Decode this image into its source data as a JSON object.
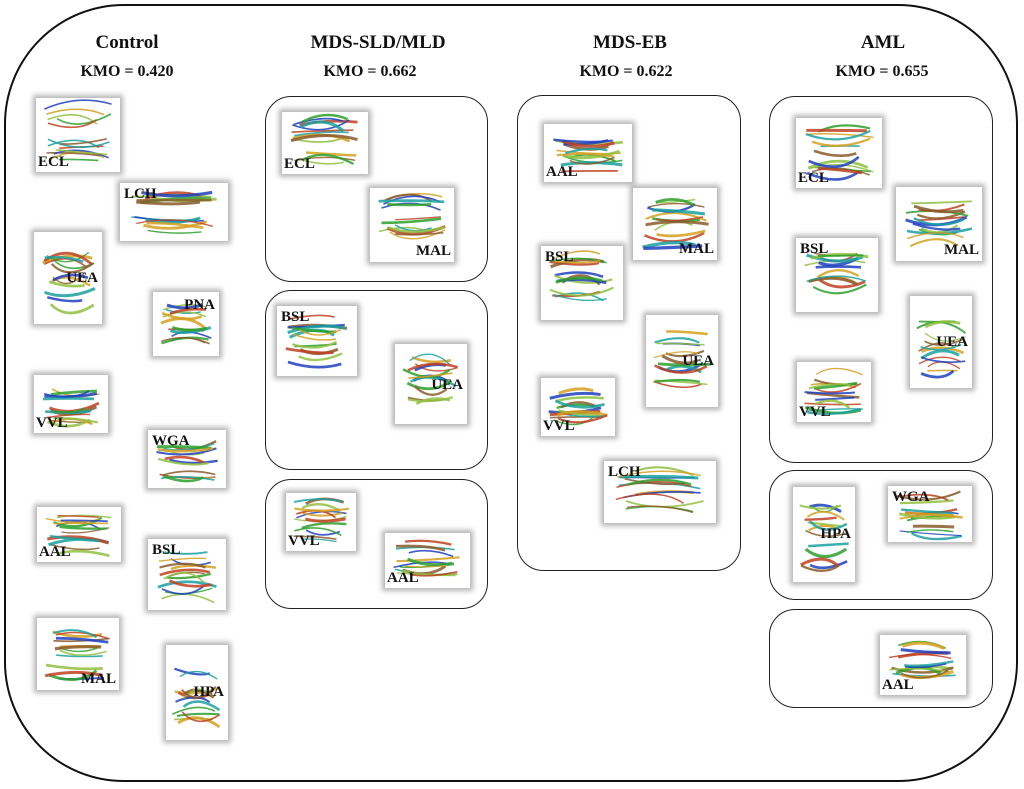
{
  "columns": [
    {
      "title": "Control",
      "kmo": "KMO = 0.420"
    },
    {
      "title": "MDS-SLD/MLD",
      "kmo": "KMO = 0.662"
    },
    {
      "title": "MDS-EB",
      "kmo": "KMO = 0.622"
    },
    {
      "title": "AML",
      "kmo": "KMO = 0.655"
    }
  ],
  "lectins": {
    "ECL": "ECL",
    "LCH": "LCH",
    "UEA": "UEA",
    "PNA": "PNA",
    "VVL": "VVL",
    "WGA": "WGA",
    "AAL": "AAL",
    "BSL": "BSL",
    "MAL": "MAL",
    "HPA": "HPA"
  },
  "groups": {
    "control": [
      "ECL",
      "LCH",
      "UEA",
      "PNA",
      "VVL",
      "WGA",
      "AAL",
      "BSL",
      "MAL",
      "HPA"
    ],
    "mds_sld_mld": [
      [
        "ECL",
        "MAL"
      ],
      [
        "BSL",
        "UEA"
      ],
      [
        "VVL",
        "AAL"
      ]
    ],
    "mds_eb": [
      [
        "AAL",
        "MAL",
        "BSL",
        "UEA",
        "VVL",
        "LCH"
      ]
    ],
    "aml": [
      [
        "ECL",
        "MAL",
        "BSL",
        "UEA",
        "VVL"
      ],
      [
        "HPA",
        "WGA"
      ],
      [
        "AAL"
      ]
    ]
  },
  "colors": {
    "frame": "#111111",
    "protein_palette": [
      "#1f3fbf",
      "#1aa0a0",
      "#2ca02c",
      "#8fbf3f",
      "#d4a020",
      "#c04020",
      "#8a5a2a"
    ]
  }
}
